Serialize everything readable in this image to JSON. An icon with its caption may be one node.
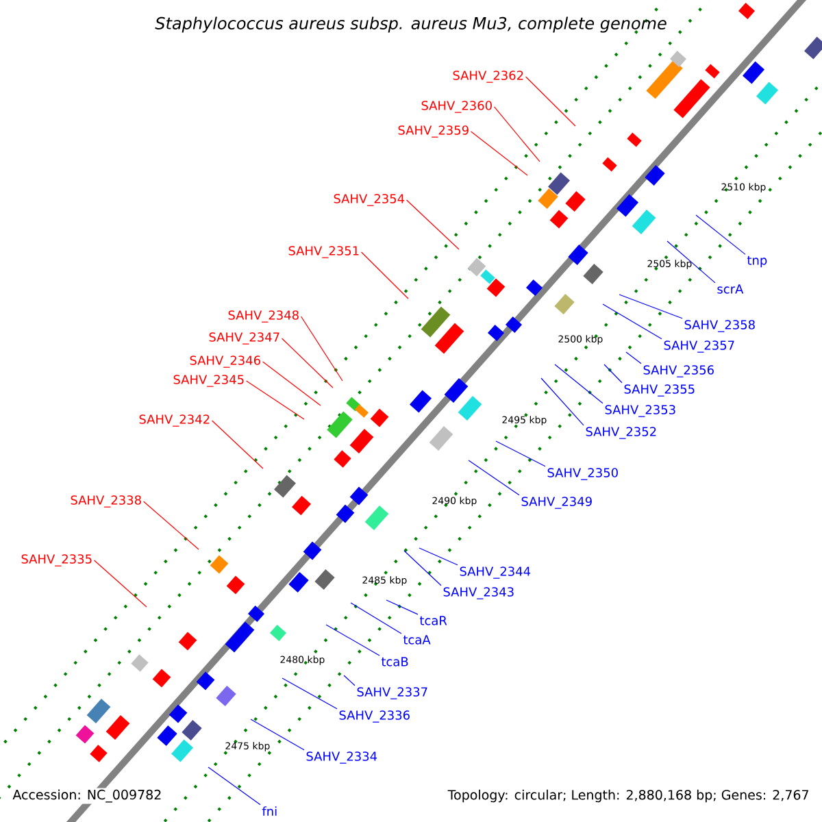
{
  "diagram": {
    "title": "Staphylococcus aureus subsp. aureus Mu3, complete genome",
    "nodes": [
      {
        "text": [
          "SAHV_2362"
        ]
      },
      {
        "text": [
          "SAHV_2360"
        ]
      },
      {
        "text": [
          "SAHV_2359"
        ]
      },
      {
        "text": [
          "SAHV_2354"
        ]
      },
      {
        "text": [
          "SAHV_2351"
        ]
      },
      {
        "text": [
          "SAHV_2348"
        ]
      },
      {
        "text": [
          "SAHV_2347"
        ]
      },
      {
        "text": [
          "SAHV_2346"
        ]
      },
      {
        "text": [
          "SAHV_2345"
        ]
      },
      {
        "text": [
          "SAHV_2342"
        ]
      },
      {
        "text": [
          "SAHV_2338"
        ]
      },
      {
        "text": [
          "SAHV_2335"
        ]
      },
      {
        "text": [
          "tnp"
        ]
      },
      {
        "text": [
          "scrA"
        ]
      },
      {
        "text": [
          "SAHV_2358"
        ]
      },
      {
        "text": [
          "SAHV_2357"
        ]
      },
      {
        "text": [
          "SAHV_2356"
        ]
      },
      {
        "text": [
          "SAHV_2355"
        ]
      },
      {
        "text": [
          "SAHV_2353"
        ]
      },
      {
        "text": [
          "SAHV_2352"
        ]
      },
      {
        "text": [
          "SAHV_2350"
        ]
      },
      {
        "text": [
          "SAHV_2349"
        ]
      },
      {
        "text": [
          "SAHV_2344"
        ]
      },
      {
        "text": [
          "SAHV_2343"
        ]
      },
      {
        "text": [
          "tcaR"
        ]
      },
      {
        "text": [
          "tcaA"
        ]
      },
      {
        "text": [
          "tcaB"
        ]
      },
      {
        "text": [
          "SAHV_2337"
        ]
      },
      {
        "text": [
          "SAHV_2336"
        ]
      },
      {
        "text": [
          "SAHV_2334"
        ]
      },
      {
        "text": [
          "fni"
        ]
      }
    ],
    "edges": [
      {
        "from": 0,
        "to": null,
        "arrow": "none",
        "color": "#ff0000"
      },
      {
        "from": 1,
        "to": null,
        "arrow": "none",
        "color": "#ff0000"
      },
      {
        "from": 2,
        "to": null,
        "arrow": "none",
        "color": "#ff0000"
      },
      {
        "from": 3,
        "to": null,
        "arrow": "none",
        "color": "#ff0000"
      },
      {
        "from": 4,
        "to": null,
        "arrow": "none",
        "color": "#ff0000"
      },
      {
        "from": 5,
        "to": null,
        "arrow": "none",
        "color": "#ff0000"
      },
      {
        "from": 6,
        "to": null,
        "arrow": "none",
        "color": "#ff0000"
      },
      {
        "from": 7,
        "to": null,
        "arrow": "none",
        "color": "#ff0000"
      },
      {
        "from": 8,
        "to": null,
        "arrow": "none",
        "color": "#ff0000"
      },
      {
        "from": 9,
        "to": null,
        "arrow": "none",
        "color": "#ff0000"
      },
      {
        "from": 10,
        "to": null,
        "arrow": "none",
        "color": "#ff0000"
      },
      {
        "from": 11,
        "to": null,
        "arrow": "none",
        "color": "#ff0000"
      },
      {
        "from": 12,
        "to": null,
        "arrow": "none"
      },
      {
        "from": 13,
        "to": null,
        "arrow": "none"
      },
      {
        "from": 14,
        "to": null,
        "arrow": "none"
      },
      {
        "from": 15,
        "to": null,
        "arrow": "none"
      },
      {
        "from": 16,
        "to": null,
        "arrow": "none"
      },
      {
        "from": 17,
        "to": null,
        "arrow": "none"
      },
      {
        "from": 18,
        "to": null,
        "arrow": "none"
      },
      {
        "from": 19,
        "to": null,
        "arrow": "none"
      },
      {
        "from": 20,
        "to": null,
        "arrow": "none"
      },
      {
        "from": 21,
        "to": null,
        "arrow": "none"
      },
      {
        "from": 22,
        "to": null,
        "arrow": "none"
      },
      {
        "from": 23,
        "to": null,
        "arrow": "none"
      },
      {
        "from": 24,
        "to": null,
        "arrow": "none"
      },
      {
        "from": 25,
        "to": null,
        "arrow": "none"
      },
      {
        "from": 26,
        "to": null,
        "arrow": "none"
      },
      {
        "from": 27,
        "to": null,
        "arrow": "none"
      },
      {
        "from": 28,
        "to": null,
        "arrow": "none"
      },
      {
        "from": 29,
        "to": null,
        "arrow": "none"
      },
      {
        "from": 30,
        "to": null,
        "arrow": "none"
      }
    ],
    "labels": [
      "2510 kbp",
      "2505 kbp",
      "2500 kbp",
      "2495 kbp",
      "2490 kbp",
      "2485 kbp",
      "2480 kbp",
      "2475 kbp",
      "Accession: NC_009782",
      "Topology: circular; Length: 2,880,168 bp; Genes: 2,767"
    ]
  }
}
